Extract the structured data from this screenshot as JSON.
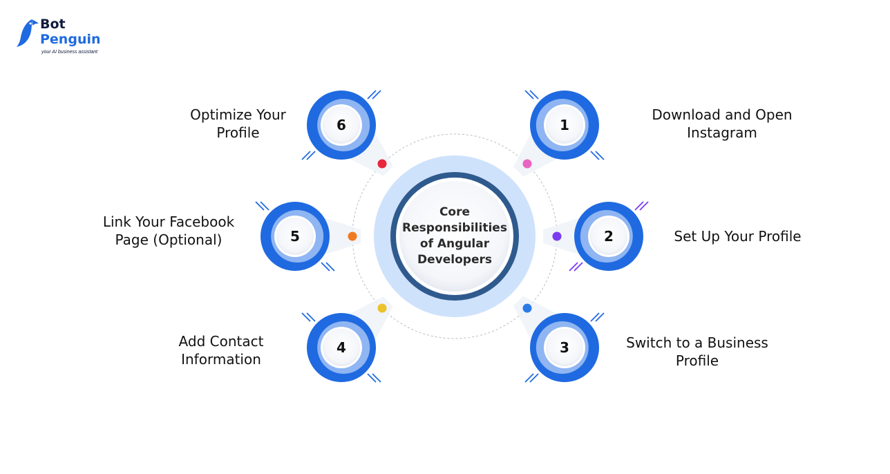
{
  "logo": {
    "line1": "Bot",
    "line2": "Penguin",
    "tagline": "your AI business assistant"
  },
  "center": {
    "title": "Core Responsibilities of Angular Developers"
  },
  "steps": [
    {
      "number": "1",
      "label": "Download and Open Instagram",
      "dot_color": "#e964c0"
    },
    {
      "number": "2",
      "label": "Set Up Your Profile",
      "dot_color": "#7b3cf0"
    },
    {
      "number": "3",
      "label": "Switch to a Business Profile",
      "dot_color": "#2a7ae8"
    },
    {
      "number": "4",
      "label": "Add Contact Information",
      "dot_color": "#ecc22a"
    },
    {
      "number": "5",
      "label": "Link Your Facebook Page (Optional)",
      "dot_color": "#f07a22"
    },
    {
      "number": "6",
      "label": "Optimize Your Profile",
      "dot_color": "#e8253c"
    }
  ],
  "colors": {
    "accent": "#1f6ae0",
    "ring_dark": "#2f5a8e",
    "ring_light": "#cfe2fb"
  }
}
